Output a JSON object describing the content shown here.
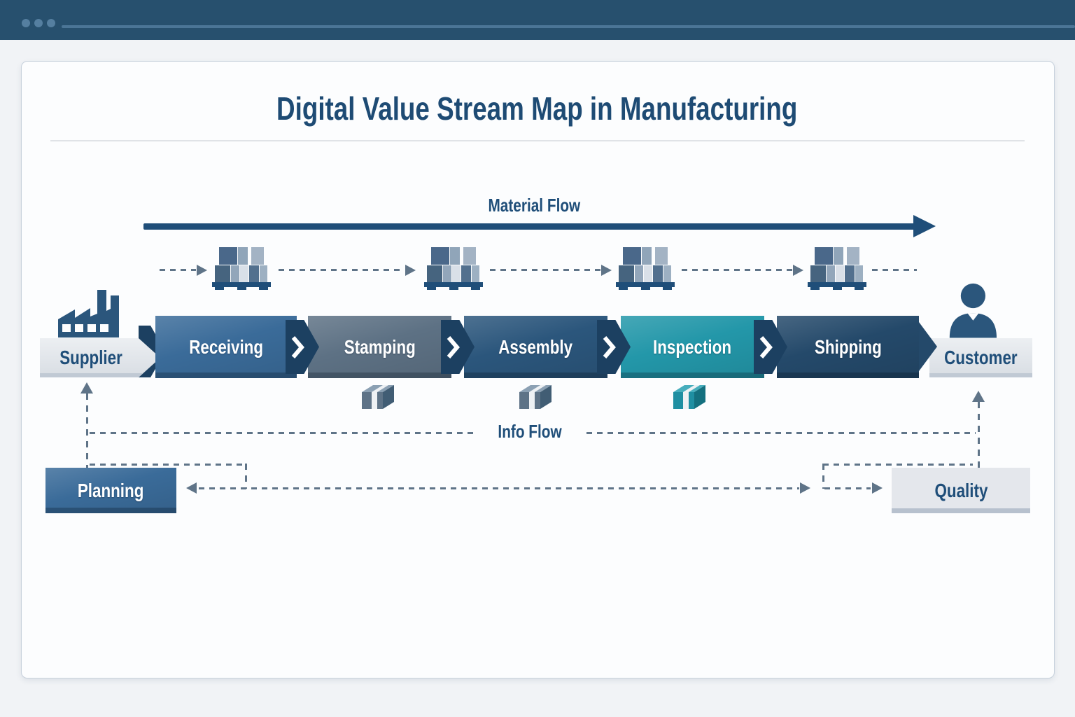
{
  "browser_chrome": {
    "window_dots": 3
  },
  "diagram": {
    "title": "Digital Value Stream Map in Manufacturing",
    "material_flow_label": "Material Flow",
    "info_flow_label": "Info Flow",
    "supplier": {
      "label": "Supplier",
      "icon": "factory-icon"
    },
    "customer": {
      "label": "Customer",
      "icon": "person-icon"
    },
    "steps": [
      {
        "label": "Receiving",
        "color": "#3a6b99"
      },
      {
        "label": "Stamping",
        "color": "#5d7184"
      },
      {
        "label": "Assembly",
        "color": "#2b567c"
      },
      {
        "label": "Inspection",
        "color": "#2397a9"
      },
      {
        "label": "Shipping",
        "color": "#24496a"
      }
    ],
    "support": [
      {
        "label": "Planning",
        "color": "#3a6b99",
        "text_color": "#ffffff"
      },
      {
        "label": "Quality",
        "color": "#e4e7ec",
        "text_color": "#1f4e79"
      }
    ],
    "icons": {
      "pallet_count": 4,
      "packages": [
        {
          "under": "Stamping",
          "variant": "gray-blue",
          "hex": "#5e7387"
        },
        {
          "under": "Assembly",
          "variant": "gray-blue",
          "hex": "#5e7387"
        },
        {
          "under": "Inspection",
          "variant": "teal",
          "hex": "#1f8fa2"
        }
      ]
    },
    "colors": {
      "accent_dark_blue": "#1f4e79",
      "connector": "#1c4061",
      "dashed_line": "#5f7488",
      "topbar": "#27506e",
      "page_background": "#f1f3f6"
    }
  }
}
